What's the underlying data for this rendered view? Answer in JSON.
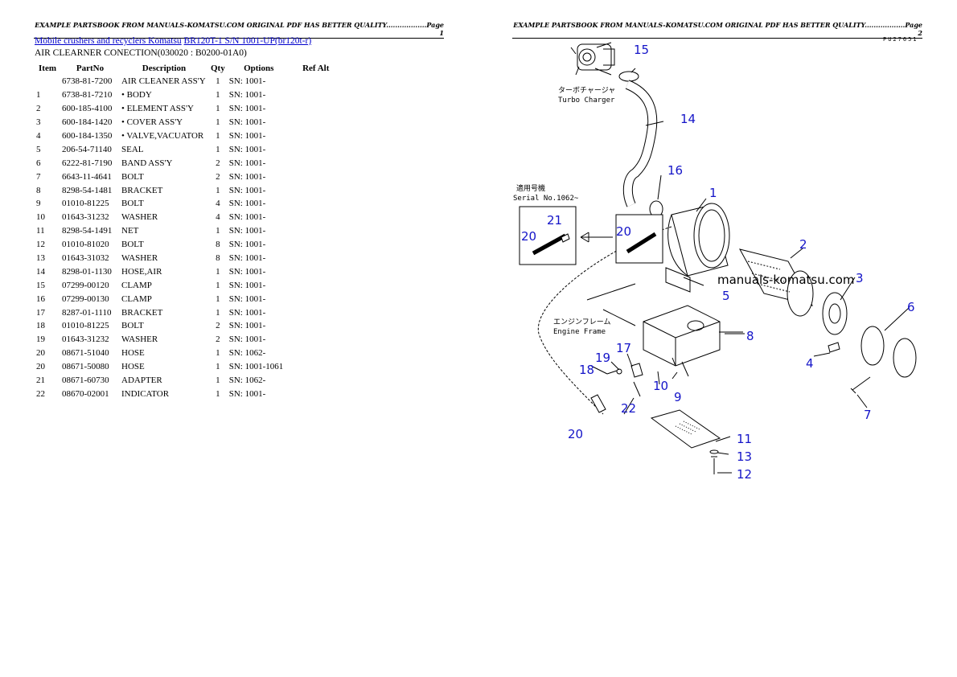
{
  "header_left": "EXAMPLE PARTSBOOK FROM MANUALS-KOMATSU.COM ORIGINAL PDF HAS BETTER QUALITY..................Page 1",
  "header_right": "EXAMPLE PARTSBOOK FROM MANUALS-KOMATSU.COM ORIGINAL PDF HAS BETTER QUALITY..................Page 2",
  "breadcrumb": {
    "link1": "Mobile crushers and recyclers Komatsu",
    "link2": "BR120T-1 S/N 1001-UP(br120t-r)"
  },
  "section_title": "AIR CLEARNER CONECTION(030020 : B0200-01A0)",
  "table": {
    "headers": [
      "Item",
      "PartNo",
      "Description",
      "Qty",
      "Options",
      "Ref Alt"
    ],
    "rows": [
      [
        "",
        "6738-81-7200",
        "AIR CLEANER ASS'Y",
        "1",
        "SN: 1001-",
        ""
      ],
      [
        "1",
        "6738-81-7210",
        "• BODY",
        "1",
        "SN: 1001-",
        ""
      ],
      [
        "2",
        "600-185-4100",
        "• ELEMENT ASS'Y",
        "1",
        "SN: 1001-",
        ""
      ],
      [
        "3",
        "600-184-1420",
        "• COVER ASS'Y",
        "1",
        "SN: 1001-",
        ""
      ],
      [
        "4",
        "600-184-1350",
        "• VALVE,VACUATOR",
        "1",
        "SN: 1001-",
        ""
      ],
      [
        "5",
        "206-54-71140",
        "SEAL",
        "1",
        "SN: 1001-",
        ""
      ],
      [
        "6",
        "6222-81-7190",
        "BAND ASS'Y",
        "2",
        "SN: 1001-",
        ""
      ],
      [
        "7",
        "6643-11-4641",
        "BOLT",
        "2",
        "SN: 1001-",
        ""
      ],
      [
        "8",
        "8298-54-1481",
        "BRACKET",
        "1",
        "SN: 1001-",
        ""
      ],
      [
        "9",
        "01010-81225",
        "BOLT",
        "4",
        "SN: 1001-",
        ""
      ],
      [
        "10",
        "01643-31232",
        "WASHER",
        "4",
        "SN: 1001-",
        ""
      ],
      [
        "11",
        "8298-54-1491",
        "NET",
        "1",
        "SN: 1001-",
        ""
      ],
      [
        "12",
        "01010-81020",
        "BOLT",
        "8",
        "SN: 1001-",
        ""
      ],
      [
        "13",
        "01643-31032",
        "WASHER",
        "8",
        "SN: 1001-",
        ""
      ],
      [
        "14",
        "8298-01-1130",
        "HOSE,AIR",
        "1",
        "SN: 1001-",
        ""
      ],
      [
        "15",
        "07299-00120",
        "CLAMP",
        "1",
        "SN: 1001-",
        ""
      ],
      [
        "16",
        "07299-00130",
        "CLAMP",
        "1",
        "SN: 1001-",
        ""
      ],
      [
        "17",
        "8287-01-1110",
        "BRACKET",
        "1",
        "SN: 1001-",
        ""
      ],
      [
        "18",
        "01010-81225",
        "BOLT",
        "2",
        "SN: 1001-",
        ""
      ],
      [
        "19",
        "01643-31232",
        "WASHER",
        "2",
        "SN: 1001-",
        ""
      ],
      [
        "20",
        "08671-51040",
        "HOSE",
        "1",
        "SN: 1062-",
        ""
      ],
      [
        "20",
        "08671-50080",
        "HOSE",
        "1",
        "SN: 1001-1061",
        ""
      ],
      [
        "21",
        "08671-60730",
        "ADAPTER",
        "1",
        "SN: 1062-",
        ""
      ],
      [
        "22",
        "08670-02001",
        "INDICATOR",
        "1",
        "SN: 1001-",
        ""
      ]
    ]
  },
  "diagram": {
    "code": "PU27651",
    "watermark": "manuals-komatsu.com",
    "turbo_jp": "ターボチャージャ",
    "turbo_en": "Turbo Charger",
    "serial_jp": "適用号機",
    "serial_en": "Serial No.1062~",
    "engine_jp": "エンジンフレーム",
    "engine_en": "Engine Frame",
    "callouts": [
      "15",
      "14",
      "16",
      "1",
      "2",
      "3",
      "4",
      "5",
      "6",
      "7",
      "8",
      "9",
      "10",
      "11",
      "12",
      "13",
      "17",
      "18",
      "19",
      "20",
      "21",
      "22"
    ],
    "accent_color": "#1414c8"
  }
}
